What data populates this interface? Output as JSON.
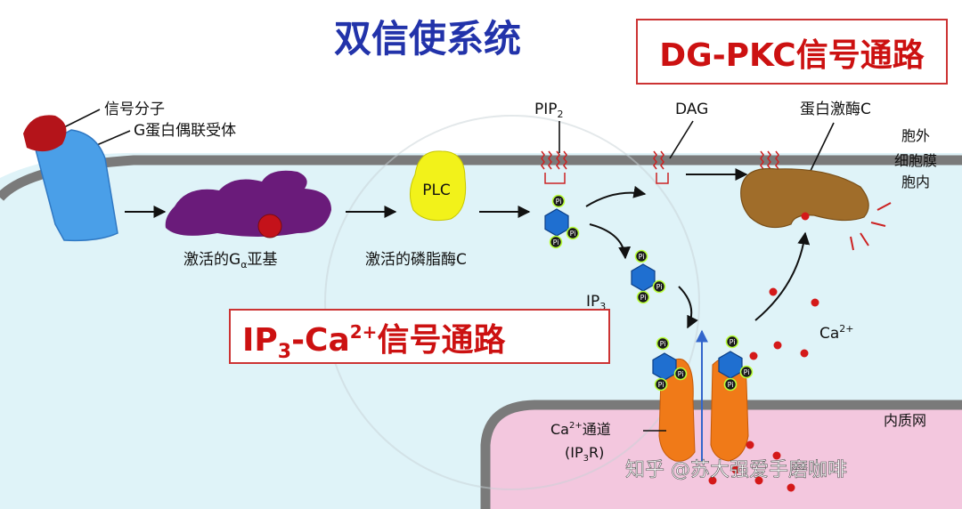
{
  "title": "双信使系统",
  "pathways": {
    "dg_pkc": "DG-PKC信号通路",
    "ip3_ca": {
      "p1": "IP",
      "sub": "3",
      "p2": "-Ca",
      "sup": "2+",
      "p3": "信号通路"
    }
  },
  "labels": {
    "signal_molecule": "信号分子",
    "g_receptor": "G蛋白偶联受体",
    "g_alpha": {
      "p1": "激活的G",
      "sub": "α",
      "p2": "亚基"
    },
    "plc": "PLC",
    "activated_plc": "激活的磷脂酶C",
    "pip2": {
      "p1": "PIP",
      "sub": "2"
    },
    "dag": "DAG",
    "pkc": "蛋白激酶C",
    "ip3": {
      "p1": "IP",
      "sub": "3"
    },
    "ca": {
      "p1": "Ca",
      "sup": "2+"
    },
    "ca_channel": {
      "p1": "Ca",
      "sup": "2+",
      "p2": "通道"
    },
    "ip3r": {
      "p1": "(IP",
      "sub": "3",
      "p2": "R)"
    },
    "pi": "Pi"
  },
  "regions": {
    "outside": "胞外",
    "membrane": "细胞膜",
    "inside": "胞内",
    "er": "内质网"
  },
  "watermark": "知乎 @苏大强爱手磨咖啡",
  "colors": {
    "title": "#2233aa",
    "pathway_text": "#cc1111",
    "cytoplasm": "#dff3f8",
    "membrane": "#777777",
    "er": "#f3c7de",
    "receptor": "#4a9fe8",
    "g_alpha": "#6a1b7a",
    "plc": "#f2f21a",
    "pkc": "#a06d2a",
    "ip3": "#1f6fd0",
    "channel": "#f07a18",
    "ca": "#d41919"
  }
}
